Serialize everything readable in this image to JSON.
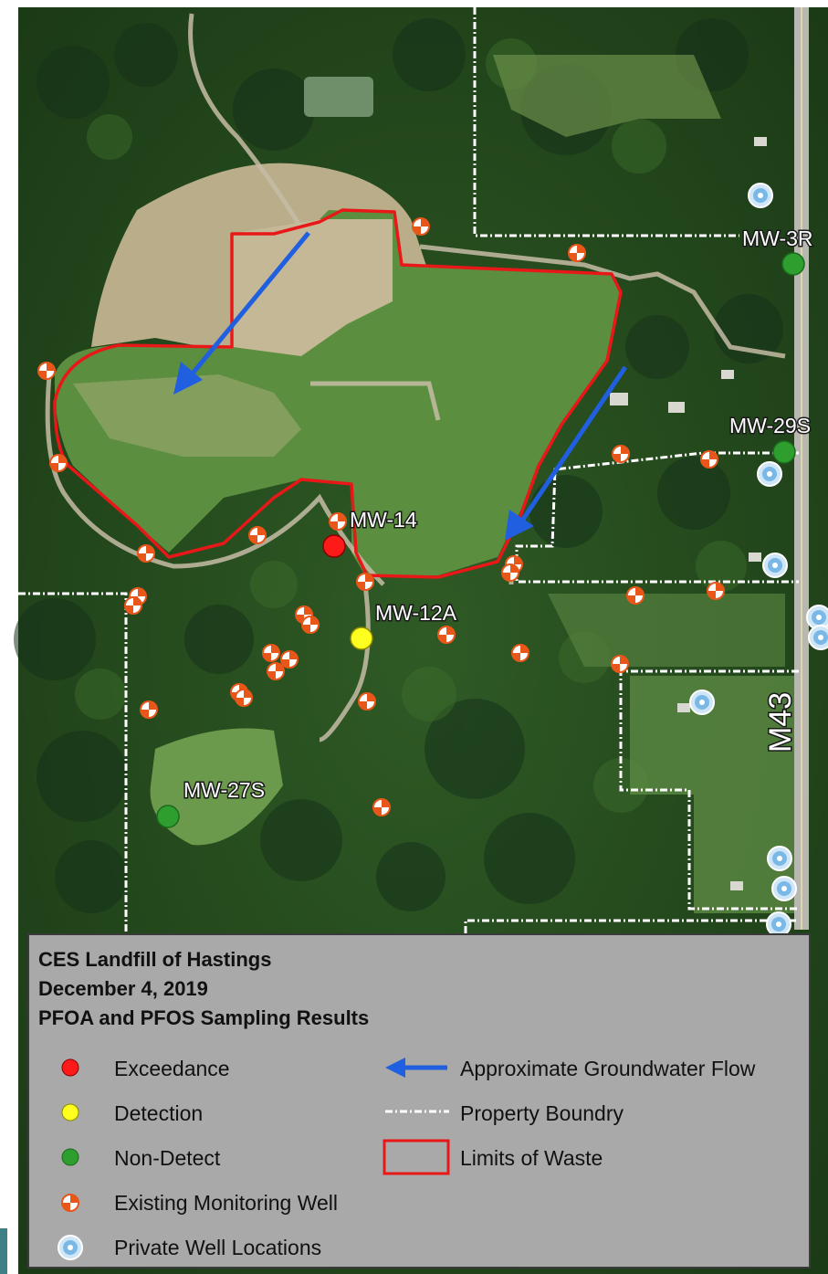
{
  "labels": {
    "mw3r": "MW-3R",
    "mw29s": "MW-29S",
    "mw14": "MW-14",
    "mw12a": "MW-12A",
    "mw27s": "MW-27S",
    "road": "M43"
  },
  "legend": {
    "title_line1": "CES Landfill of Hastings",
    "title_line2": "December 4, 2019",
    "title_line3": "PFOA and PFOS Sampling Results",
    "exceedance": "Exceedance",
    "detection": "Detection",
    "non_detect": "Non-Detect",
    "existing_well": "Existing Monitoring Well",
    "private_well": "Private Well Locations",
    "groundwater_flow": "Approximate Groundwater Flow",
    "property_boundary": "Property Boundry",
    "limits_of_waste": "Limits of Waste"
  },
  "colors": {
    "exceedance": "#ff1a1a",
    "detection": "#ffff1f",
    "non_detect": "#2e9e2e",
    "waste_limit": "#e81818",
    "flow_arrow": "#1f5fe0",
    "boundary": "#ffffff",
    "monitoring_well": "#e8561a",
    "private_well": "#7ab8e8"
  },
  "icons": {
    "monitoring_well": "checkered-circle-icon",
    "private_well": "target-circle-icon",
    "flow": "arrow-left-icon"
  }
}
